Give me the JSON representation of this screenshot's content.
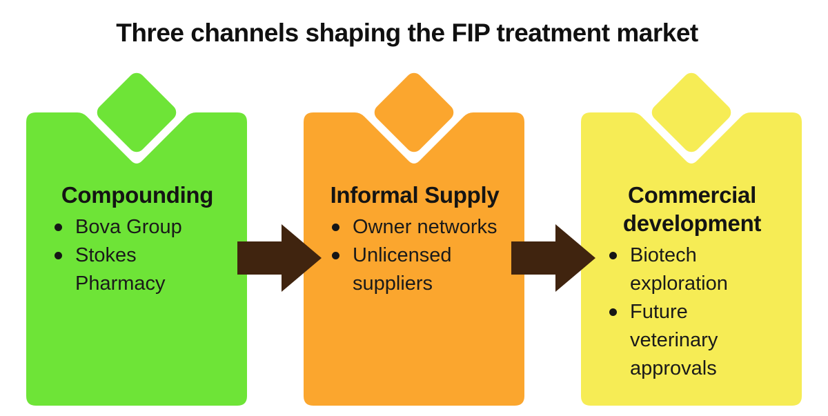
{
  "title": "Three channels shaping the FIP treatment market",
  "cards": [
    {
      "heading": "Compounding",
      "color": "#6EE437",
      "bullets": [
        "Bova Group",
        "Stokes\nPharmacy"
      ]
    },
    {
      "heading": "Informal Supply",
      "color": "#FBA62E",
      "bullets": [
        "Owner networks",
        "Unlicensed\nsuppliers"
      ]
    },
    {
      "heading": "Commercial development",
      "color": "#F6EC55",
      "bullets": [
        "Biotech\nexploration",
        "Future\nveterinary\napprovals"
      ]
    }
  ],
  "arrow": {
    "color": "#40240F",
    "direction": "right"
  },
  "colors": {
    "text": "#161616",
    "background": "#FFFFFF"
  }
}
